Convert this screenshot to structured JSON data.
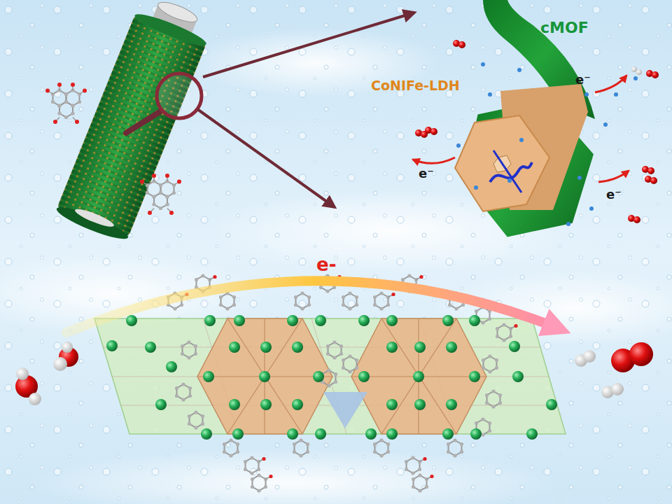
{
  "diagram": {
    "labels": [
      "cMOF",
      "CoNIFe-LDH",
      "e⁻",
      "e⁻",
      "e⁻",
      "e-"
    ]
  }
}
